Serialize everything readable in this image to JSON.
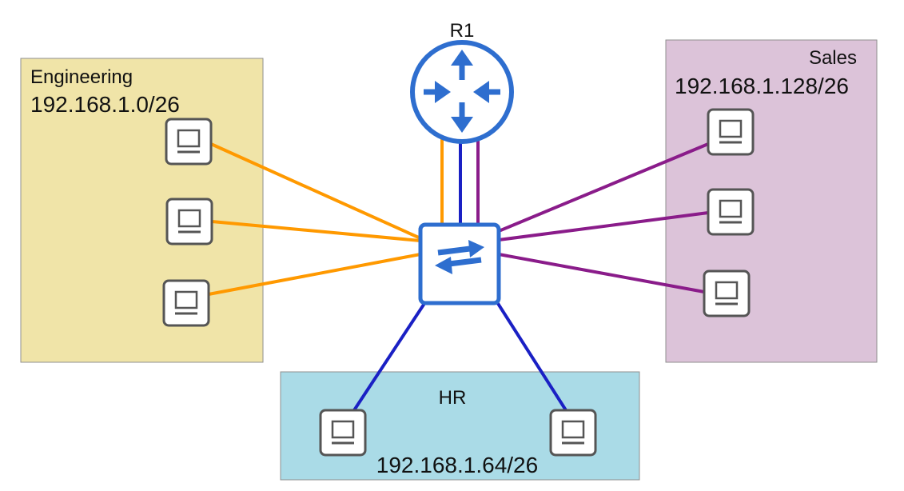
{
  "router": {
    "label": "R1"
  },
  "zones": {
    "engineering": {
      "name": "Engineering",
      "subnet": "192.168.1.0/26"
    },
    "sales": {
      "name": "Sales",
      "subnet": "192.168.1.128/26"
    },
    "hr": {
      "name": "HR",
      "subnet": "192.168.1.64/26"
    }
  },
  "colors": {
    "engineering_fill": "#f0e4a8",
    "sales_fill": "#dcc3d9",
    "hr_fill": "#aadbe7",
    "engineering_link": "#ff9900",
    "sales_link": "#8a1c8a",
    "hr_link": "#1a20c4",
    "device_blue": "#2e6ecf"
  }
}
